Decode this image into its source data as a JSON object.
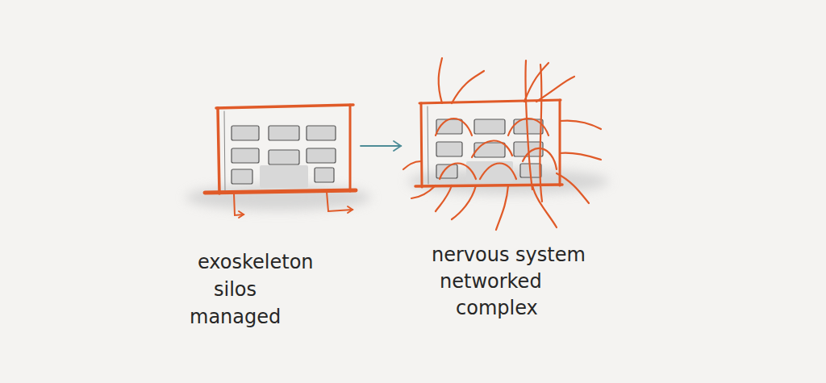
{
  "diagram": {
    "nodes": [
      {
        "text": [
          "exoskeleton",
          "silos",
          "managed"
        ]
      },
      {
        "text": [
          "nervous system",
          "networked",
          "complex"
        ]
      }
    ],
    "edges": [
      {
        "from": 0,
        "to": 1,
        "arrow": "to"
      }
    ]
  }
}
